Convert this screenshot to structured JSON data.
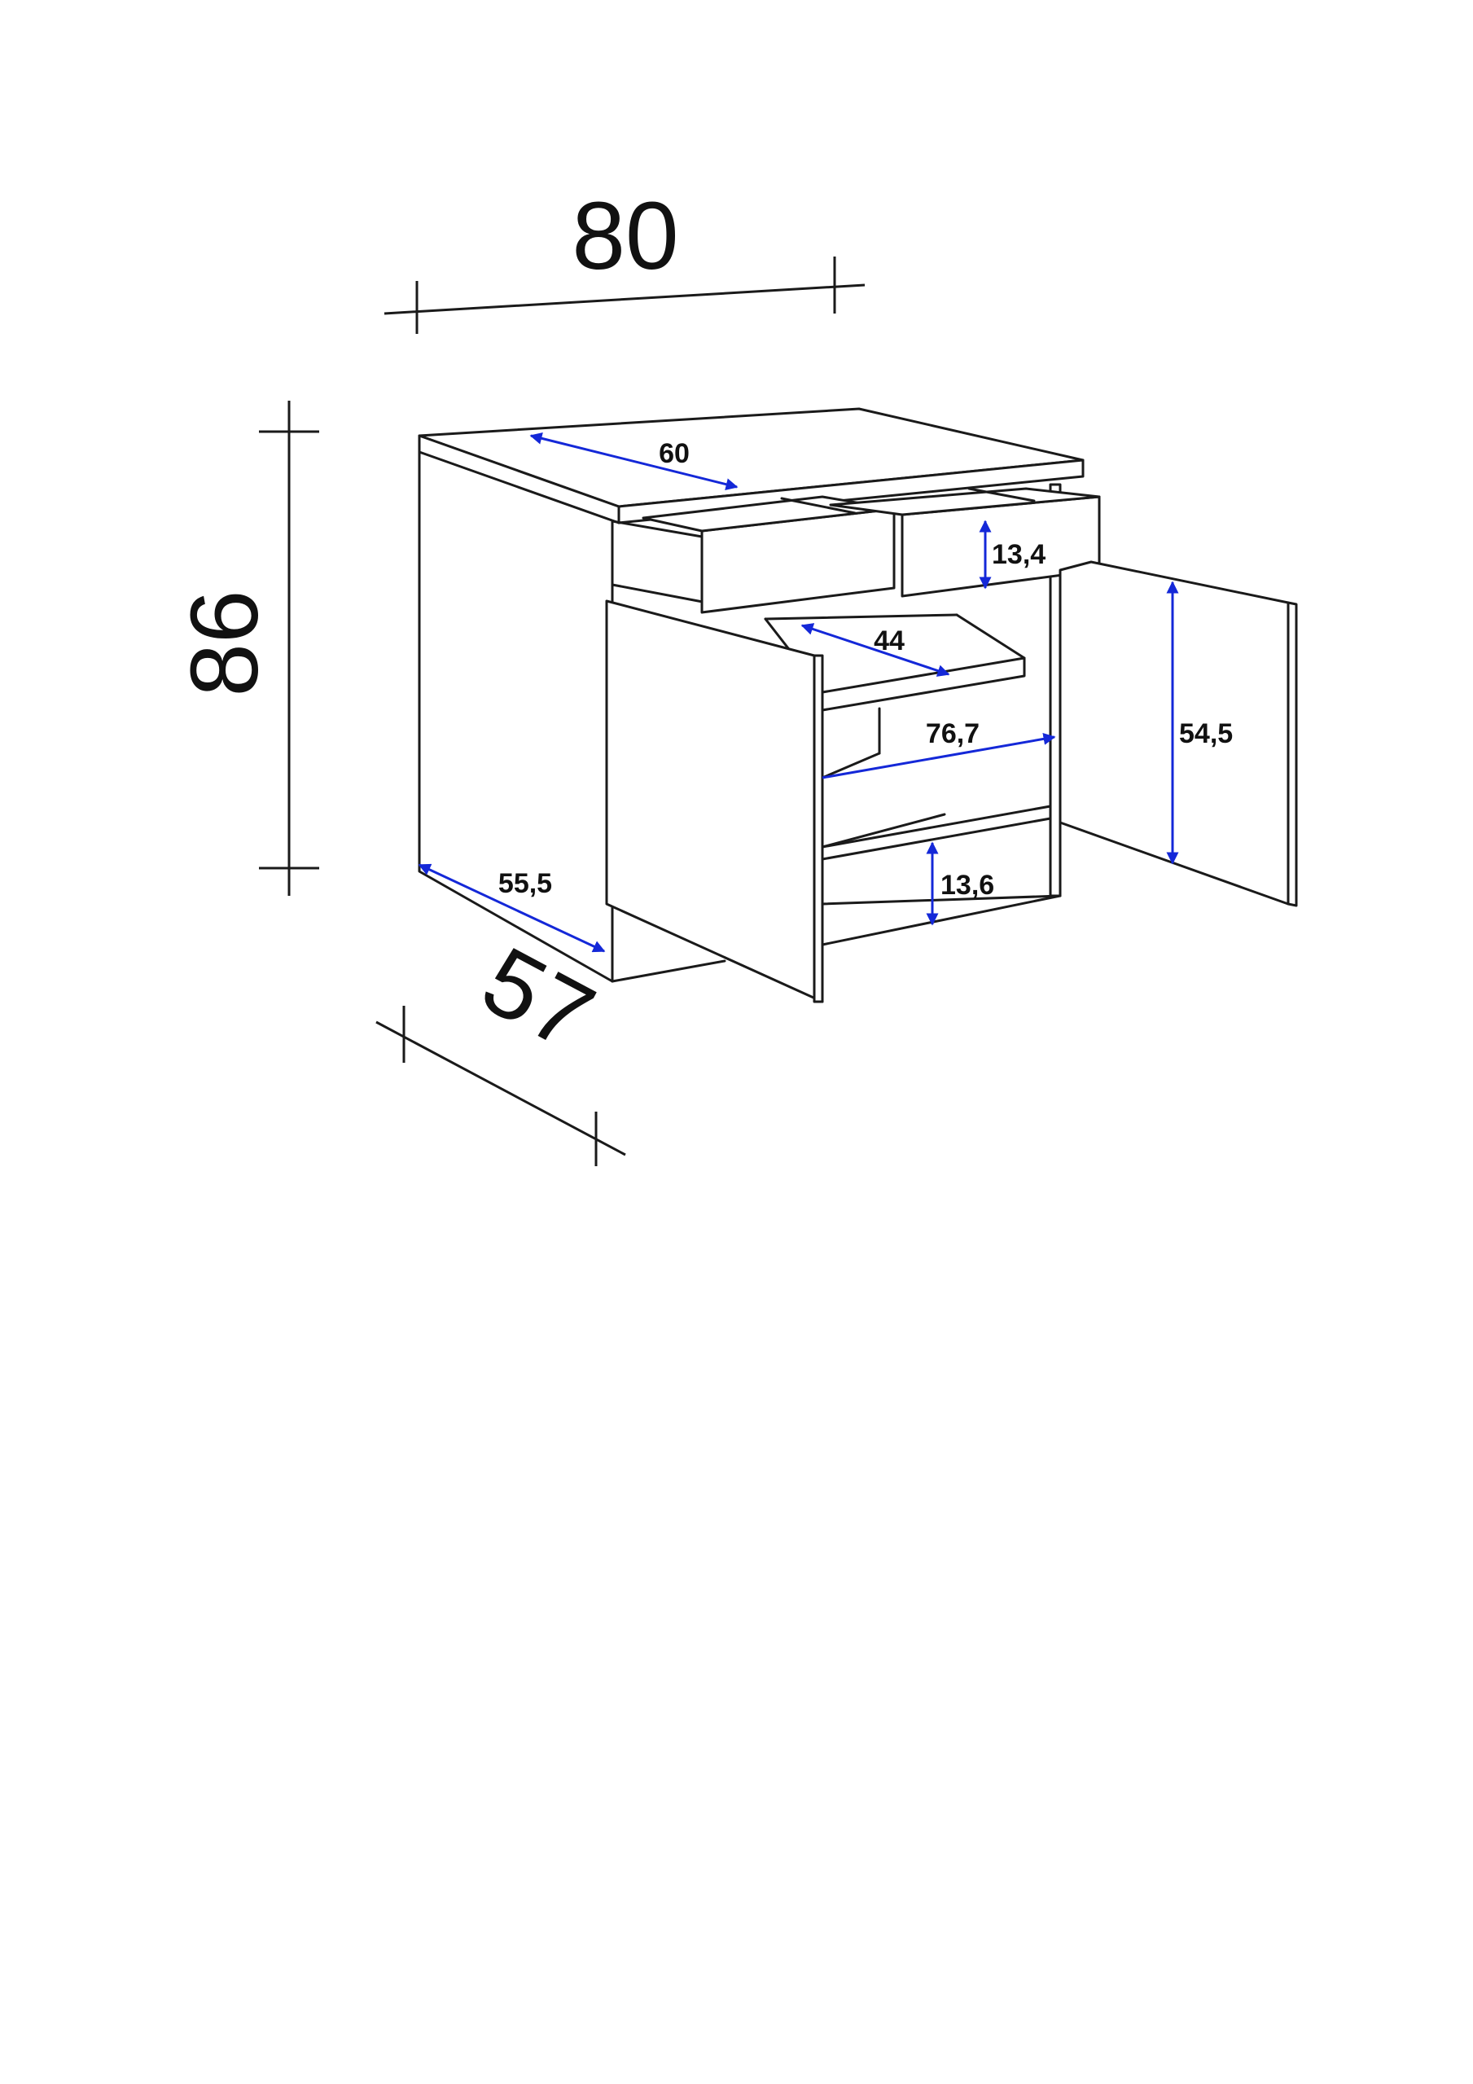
{
  "dimensions": {
    "width": "80",
    "height": "86",
    "depth": "57"
  },
  "inner_dimensions": {
    "top_depth": "60",
    "drawer_height": "13,4",
    "shelf_depth": "44",
    "inner_width": "76,7",
    "door_height": "54,5",
    "side_depth": "55,5",
    "plinth_height": "13,6"
  },
  "colors": {
    "outline": "#1a1a1a",
    "inner_dimension_lines": "#1428d8"
  }
}
